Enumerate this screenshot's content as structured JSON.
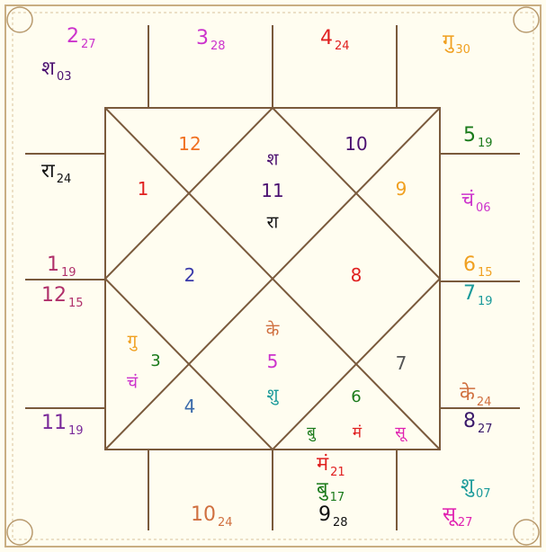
{
  "colors": {
    "paper": "#fffdf0",
    "line": "#7a5a3c",
    "border": "#b89a6e"
  },
  "outer": {
    "top": [
      {
        "main": "2",
        "sub": "27",
        "color": "#cc33cc"
      },
      {
        "main": "3",
        "sub": "28",
        "color": "#cc33cc"
      },
      {
        "main": "4",
        "sub": "24",
        "color": "#e02020"
      },
      {
        "main": "गु",
        "sub": "30",
        "color": "#f0a020"
      }
    ],
    "top_left_planet": {
      "main": "श",
      "sub": "03",
      "color": "#4b1070"
    },
    "left": [
      {
        "main": "रा",
        "sub": "24",
        "color": "#111111"
      },
      {
        "main": "1",
        "sub": "19",
        "color": "#b0306a"
      },
      {
        "main": "12",
        "sub": "15",
        "color": "#b0306a"
      },
      {
        "main": "11",
        "sub": "19",
        "color": "#7a2a9a"
      }
    ],
    "right": [
      {
        "main": "5",
        "sub": "19",
        "color": "#1a7a1a"
      },
      {
        "main": "चं",
        "sub": "06",
        "color": "#cc33cc"
      },
      {
        "main": "6",
        "sub": "15",
        "color": "#f0a020"
      },
      {
        "main": "7",
        "sub": "19",
        "color": "#1a9a9a"
      },
      {
        "main": "के",
        "sub": "24",
        "color": "#d07040"
      },
      {
        "main": "8",
        "sub": "27",
        "color": "#3a1a6a"
      }
    ],
    "bottom": [
      {
        "main": "10",
        "sub": "24",
        "color": "#d07040"
      },
      {
        "main": "मं",
        "sub": "21",
        "color": "#e02020"
      },
      {
        "main": "बु",
        "sub": "17",
        "color": "#1a7a1a"
      },
      {
        "main": "9",
        "sub": "28",
        "color": "#111111"
      },
      {
        "main": "शु",
        "sub": "07",
        "color": "#1a9a9a"
      },
      {
        "main": "सू",
        "sub": "27",
        "color": "#e020b0"
      }
    ]
  },
  "inner": {
    "h12": {
      "text": "12",
      "color": "#f07020"
    },
    "h1": {
      "text": "1",
      "color": "#e02020"
    },
    "sa": {
      "text": "श",
      "color": "#4b1070"
    },
    "h11": {
      "text": "11",
      "color": "#4b1070"
    },
    "ra": {
      "text": "रा",
      "color": "#111111"
    },
    "h10": {
      "text": "10",
      "color": "#4b1070"
    },
    "h9": {
      "text": "9",
      "color": "#f0a020"
    },
    "h2": {
      "text": "2",
      "color": "#3a3aaa"
    },
    "h8": {
      "text": "8",
      "color": "#e02020"
    },
    "gu": {
      "text": "गु",
      "color": "#f0a020"
    },
    "h3": {
      "text": "3",
      "color": "#1a7a1a"
    },
    "ch": {
      "text": "चं",
      "color": "#cc33cc"
    },
    "h4": {
      "text": "4",
      "color": "#3a6aaa"
    },
    "ke": {
      "text": "के",
      "color": "#d07040"
    },
    "h5": {
      "text": "5",
      "color": "#cc33cc"
    },
    "shu": {
      "text": "शु",
      "color": "#1a9a9a"
    },
    "h7": {
      "text": "7",
      "color": "#555555"
    },
    "h6": {
      "text": "6",
      "color": "#1a7a1a"
    },
    "bu": {
      "text": "बु",
      "color": "#1a7a1a"
    },
    "ma": {
      "text": "मं",
      "color": "#e02020"
    },
    "su": {
      "text": "सू",
      "color": "#e020b0"
    }
  }
}
